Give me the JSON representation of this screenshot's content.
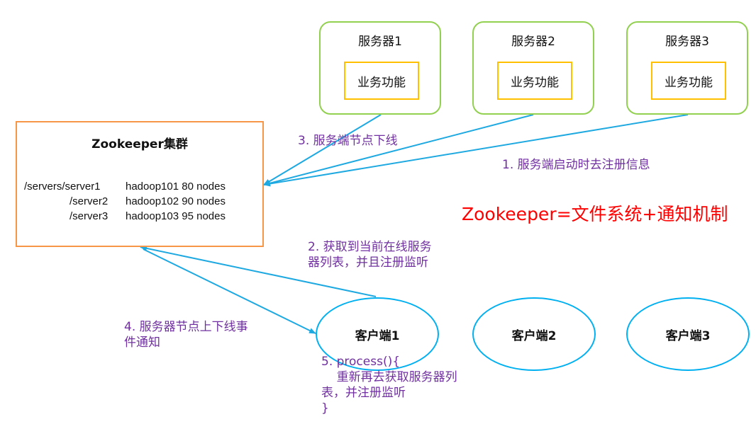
{
  "servers": [
    {
      "title": "服务器1",
      "func": "业务功能"
    },
    {
      "title": "服务器2",
      "func": "业务功能"
    },
    {
      "title": "服务器3",
      "func": "业务功能"
    }
  ],
  "zookeeper": {
    "title": "Zookeeper集群",
    "rows": [
      {
        "path": "/servers/server1",
        "info": "hadoop101 80 nodes"
      },
      {
        "path": "/server2",
        "info": "hadoop102 90 nodes"
      },
      {
        "path": "/server3",
        "info": "hadoop103 95 nodes"
      }
    ]
  },
  "clients": [
    "客户端1",
    "客户端2",
    "客户端3"
  ],
  "steps": {
    "step1": "1. 服务端启动时去注册信息",
    "step2": "2. 获取到当前在线服务\n器列表，并且注册监听",
    "step3": "3. 服务端节点下线",
    "step4": "4. 服务器节点上下线事\n件通知",
    "step5": "5. process(){\n    重新再去获取服务器列\n表，并注册监听\n}"
  },
  "headline": "Zookeeper=文件系统+通知机制",
  "colors": {
    "server_border": "#92d050",
    "func_border": "#ffc000",
    "zk_border": "#f79646",
    "client_border": "#00b0f0",
    "arrow": "#1fa9e1",
    "step_text": "#7030a0",
    "headline": "#ff0000"
  }
}
